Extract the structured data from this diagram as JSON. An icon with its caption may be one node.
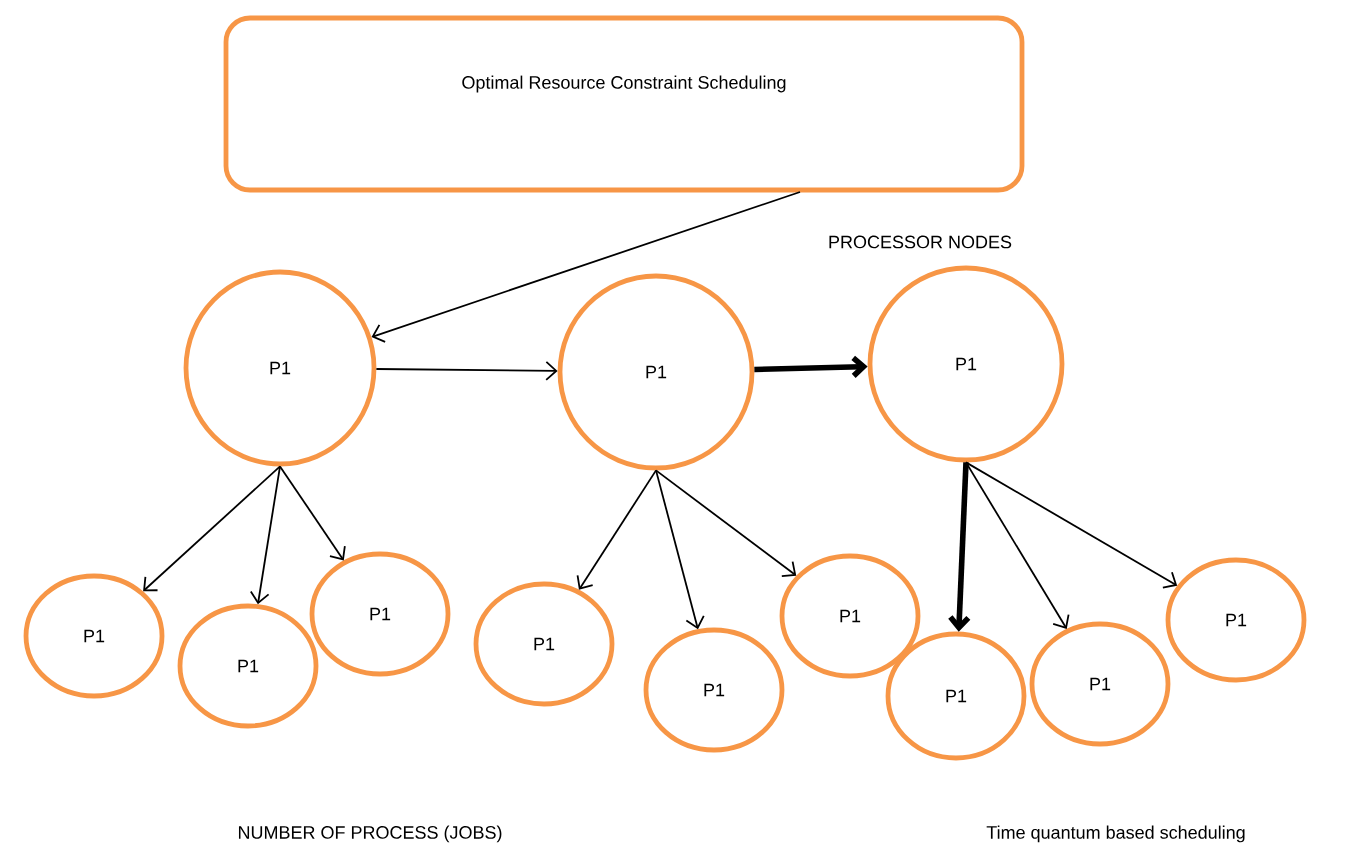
{
  "diagram": {
    "nodes": [
      {
        "text": [
          "Optimal Resource Constraint Scheduling"
        ]
      },
      {
        "text": [
          "P1"
        ]
      },
      {
        "text": [
          "P1"
        ]
      },
      {
        "text": [
          "P1"
        ]
      },
      {
        "text": [
          "P1"
        ]
      },
      {
        "text": [
          "P1"
        ]
      },
      {
        "text": [
          "P1"
        ]
      },
      {
        "text": [
          "P1"
        ]
      },
      {
        "text": [
          "P1"
        ]
      },
      {
        "text": [
          "P1"
        ]
      },
      {
        "text": [
          "P1"
        ]
      },
      {
        "text": [
          "P1"
        ]
      },
      {
        "text": [
          "P1"
        ]
      }
    ],
    "edges": [
      {
        "from": 0,
        "to": 1,
        "arrow": "to"
      },
      {
        "from": 1,
        "to": 2,
        "arrow": "to"
      },
      {
        "from": 2,
        "to": 3,
        "arrow": "to",
        "style": "thick"
      },
      {
        "from": 1,
        "to": 4,
        "arrow": "to"
      },
      {
        "from": 1,
        "to": 5,
        "arrow": "to"
      },
      {
        "from": 1,
        "to": 6,
        "arrow": "to"
      },
      {
        "from": 2,
        "to": 7,
        "arrow": "to"
      },
      {
        "from": 2,
        "to": 8,
        "arrow": "to"
      },
      {
        "from": 2,
        "to": 9,
        "arrow": "to"
      },
      {
        "from": 3,
        "to": 10,
        "arrow": "to",
        "style": "thick"
      },
      {
        "from": 3,
        "to": 11,
        "arrow": "to"
      },
      {
        "from": 3,
        "to": 12,
        "arrow": "to"
      }
    ],
    "labels": [
      "PROCESSOR NODES",
      "NUMBER OF PROCESS (JOBS)",
      "Time quantum based scheduling"
    ]
  }
}
